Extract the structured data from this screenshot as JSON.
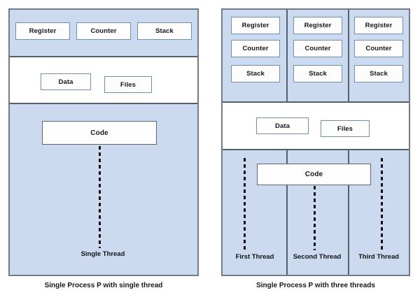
{
  "figure": {
    "title": "Single-threaded vs multi-threaded process diagram",
    "colors": {
      "process_fill": "#ccdaf0",
      "frame_border": "#6f7b8a",
      "divider": "#55606e",
      "box_border": "#6f8fae",
      "code_box_border": "#5d6670",
      "band_background": "#ffffff",
      "thread_line": "#121212",
      "page_background": "#ffffff"
    }
  },
  "left_panel": {
    "caption": "Single Process P with single thread",
    "thread_columns": 1,
    "per_thread_boxes": [
      "Register",
      "Counter",
      "Stack"
    ],
    "shared_boxes": [
      "Data",
      "Files"
    ],
    "code_box": "Code",
    "thread_labels": [
      "Single Thread"
    ]
  },
  "right_panel": {
    "caption": "Single Process P with three threads",
    "thread_columns": 3,
    "columns": [
      {
        "boxes": [
          "Register",
          "Counter",
          "Stack"
        ],
        "thread_label": "First Thread"
      },
      {
        "boxes": [
          "Register",
          "Counter",
          "Stack"
        ],
        "thread_label": "Second Thread"
      },
      {
        "boxes": [
          "Register",
          "Counter",
          "Stack"
        ],
        "thread_label": "Third Thread"
      }
    ],
    "shared_boxes": [
      "Data",
      "Files"
    ],
    "code_box": "Code"
  }
}
